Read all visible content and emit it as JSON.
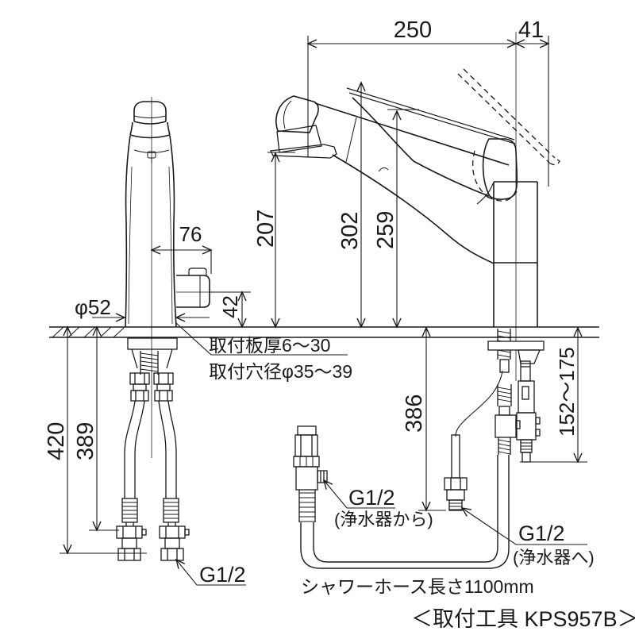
{
  "drawing_title": "faucet-installation-drawing",
  "colors": {
    "line": "#1a1a1a",
    "background": "#ffffff"
  },
  "dims": {
    "reach": "250",
    "handle_overhang": "41",
    "spout_outlet_height": "207",
    "total_height": "302",
    "lever_height": "259",
    "outlet_offset": "76",
    "base_diameter": "φ52",
    "outlet_center_height": "42",
    "left_hose_length": "420",
    "left_hose_nut_length": "389",
    "under_sink_length": "386",
    "shank_adjust_range": "152〜175"
  },
  "notes": {
    "plate_thickness": "取付板厚6〜30",
    "hole_diameter": "取付穴径φ35〜39",
    "supply_thread": "G1/2",
    "purifier_in_thread": "G1/2",
    "purifier_in_sub": "(浄水器から)",
    "purifier_out_thread": "G1/2",
    "purifier_out_sub": "(浄水器へ)",
    "shower_hose": "シャワーホース長さ1100mm",
    "tool": "＜取付工具 KPS957B＞"
  }
}
